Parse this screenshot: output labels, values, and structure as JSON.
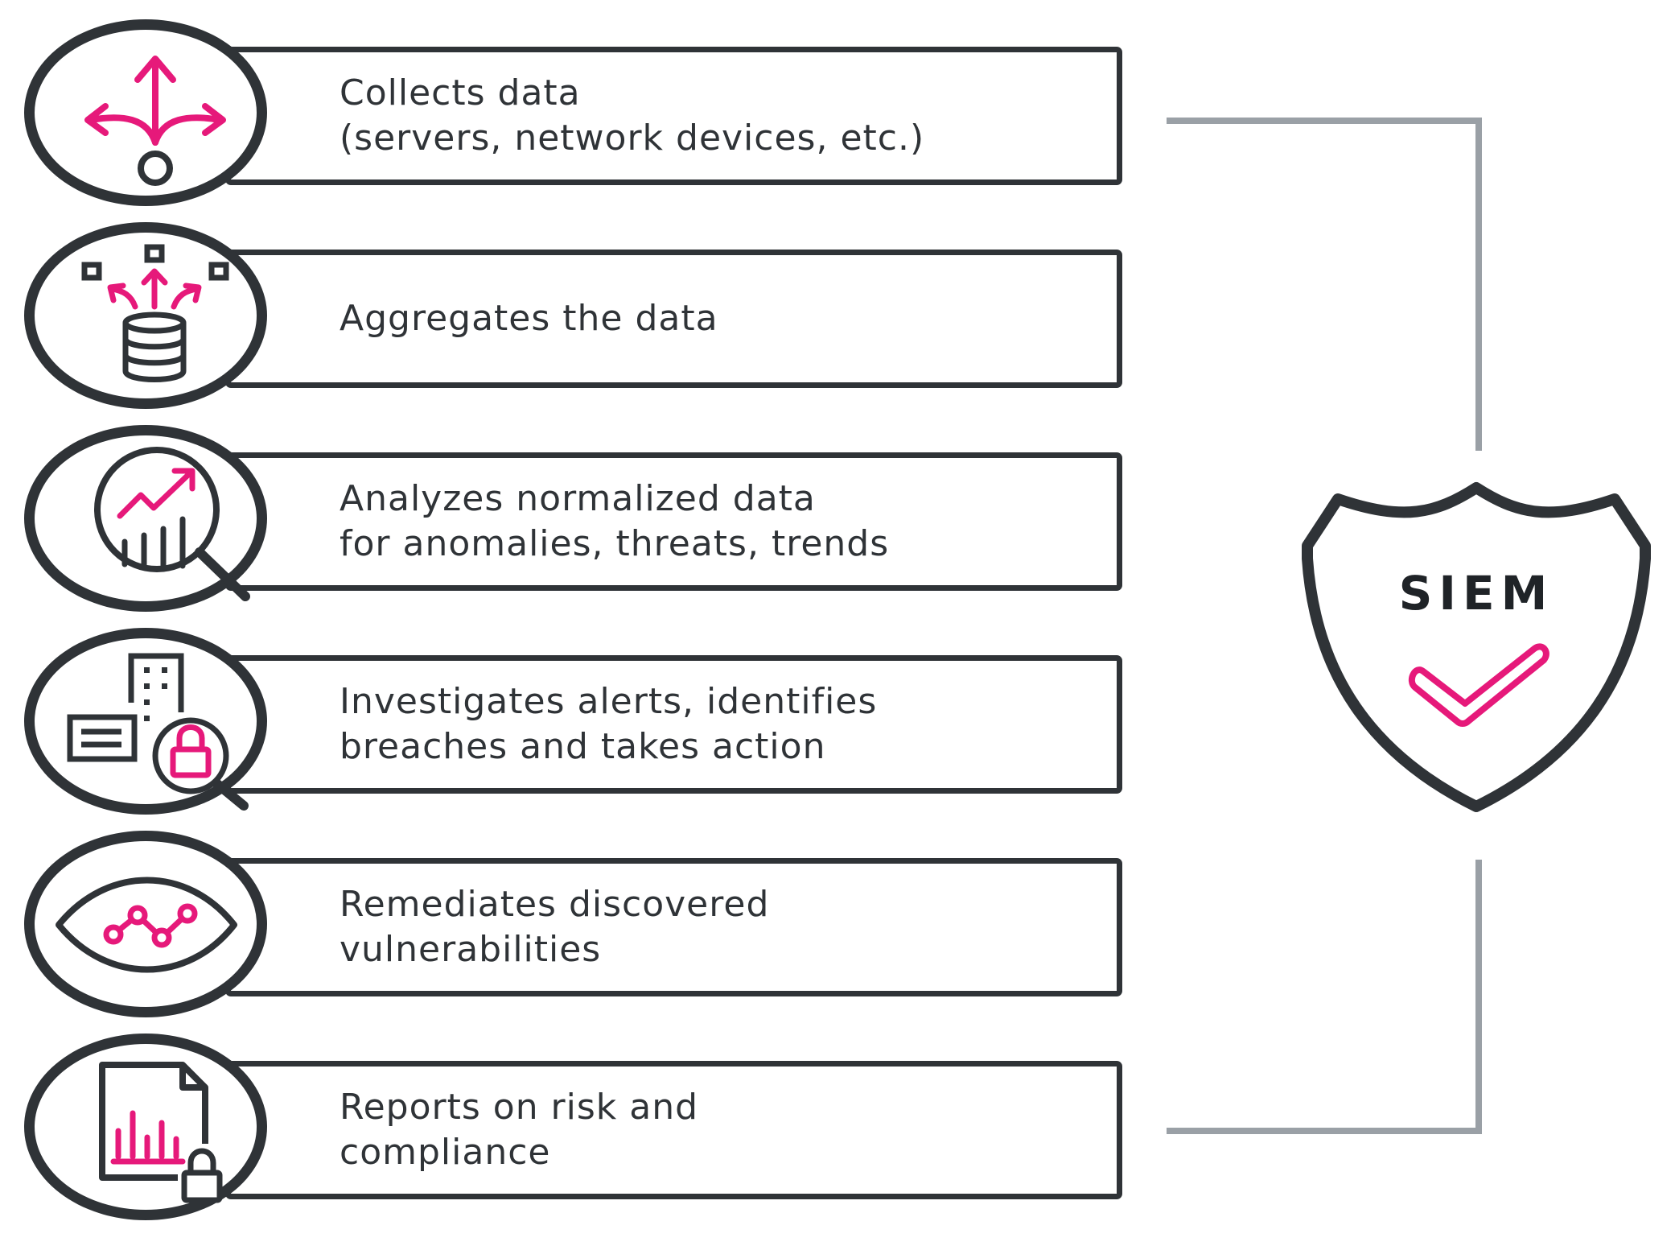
{
  "diagram": {
    "steps": [
      {
        "lines": [
          "Collects data",
          "(servers, network devices, etc.)"
        ],
        "icon": "data-collection-arrows-icon"
      },
      {
        "lines": [
          "Aggregates the data"
        ],
        "icon": "database-aggregation-icon"
      },
      {
        "lines": [
          "Analyzes normalized data",
          "for anomalies, threats, trends"
        ],
        "icon": "magnifier-trend-chart-icon"
      },
      {
        "lines": [
          "Investigates alerts, identifies",
          "breaches and takes action"
        ],
        "icon": "building-lock-magnifier-icon"
      },
      {
        "lines": [
          "Remediates discovered",
          "vulnerabilities"
        ],
        "icon": "eye-network-icon"
      },
      {
        "lines": [
          "Reports on risk and",
          "compliance"
        ],
        "icon": "report-lock-icon"
      }
    ],
    "shield": {
      "label": "SIEM",
      "icon": "shield-check-icon"
    },
    "colors": {
      "outline": "#2f3337",
      "accent": "#e6197a",
      "connector": "#9aa0a6"
    }
  }
}
